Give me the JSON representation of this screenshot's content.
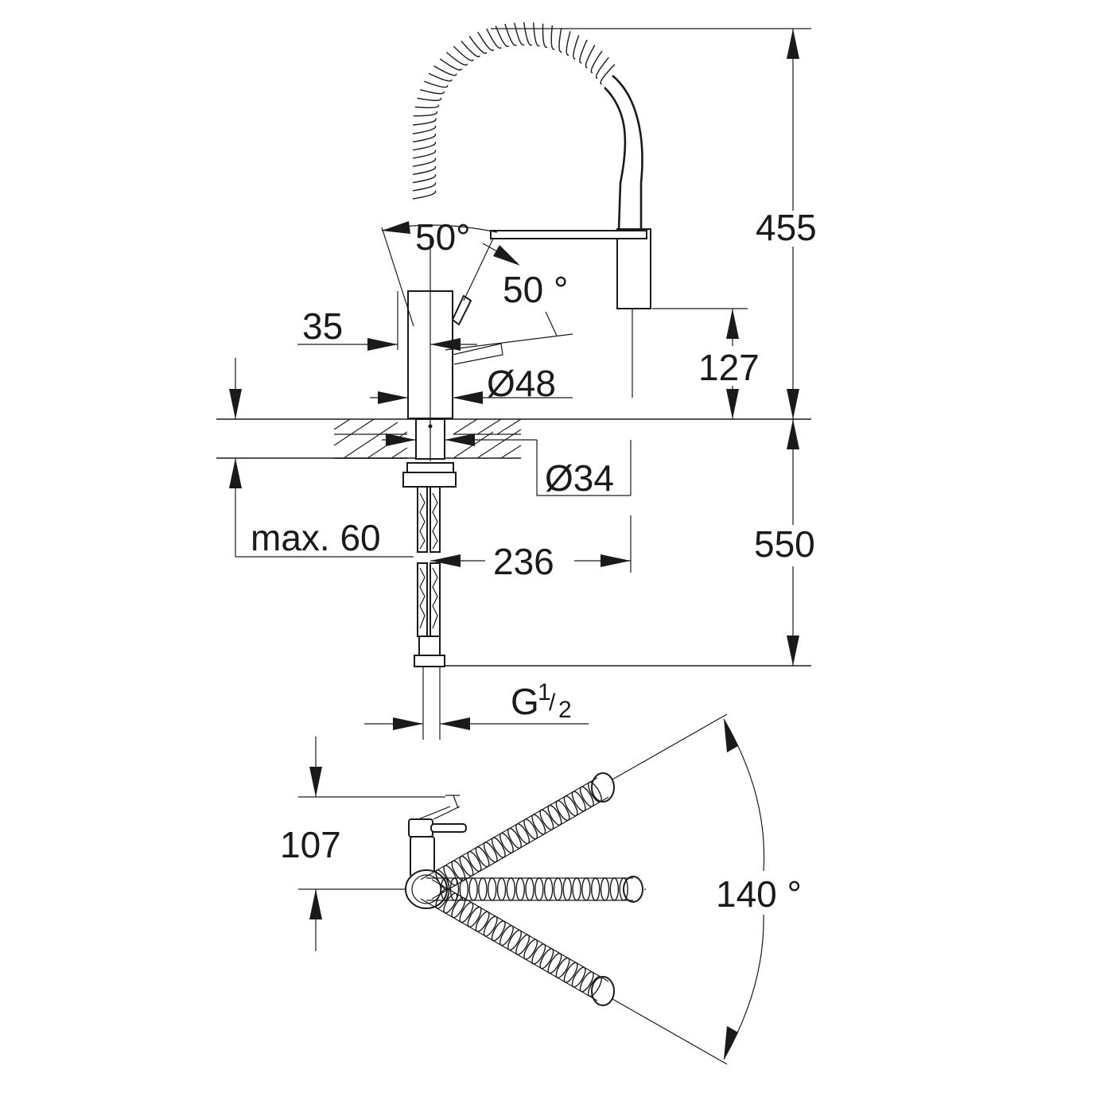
{
  "labels": {
    "height_total": "455",
    "spout_height": "127",
    "lever_angle_up": "50°",
    "lever_angle_side": "50 °",
    "lever_offset": "35",
    "body_diameter": "Ø48",
    "hole_diameter": "Ø34",
    "max_thickness": "max. 60",
    "reach": "236",
    "hose_length": "550",
    "thread": "G",
    "thread_num": "1",
    "thread_den": "2",
    "top_view_offset": "107",
    "swivel_angle": "140 °"
  }
}
